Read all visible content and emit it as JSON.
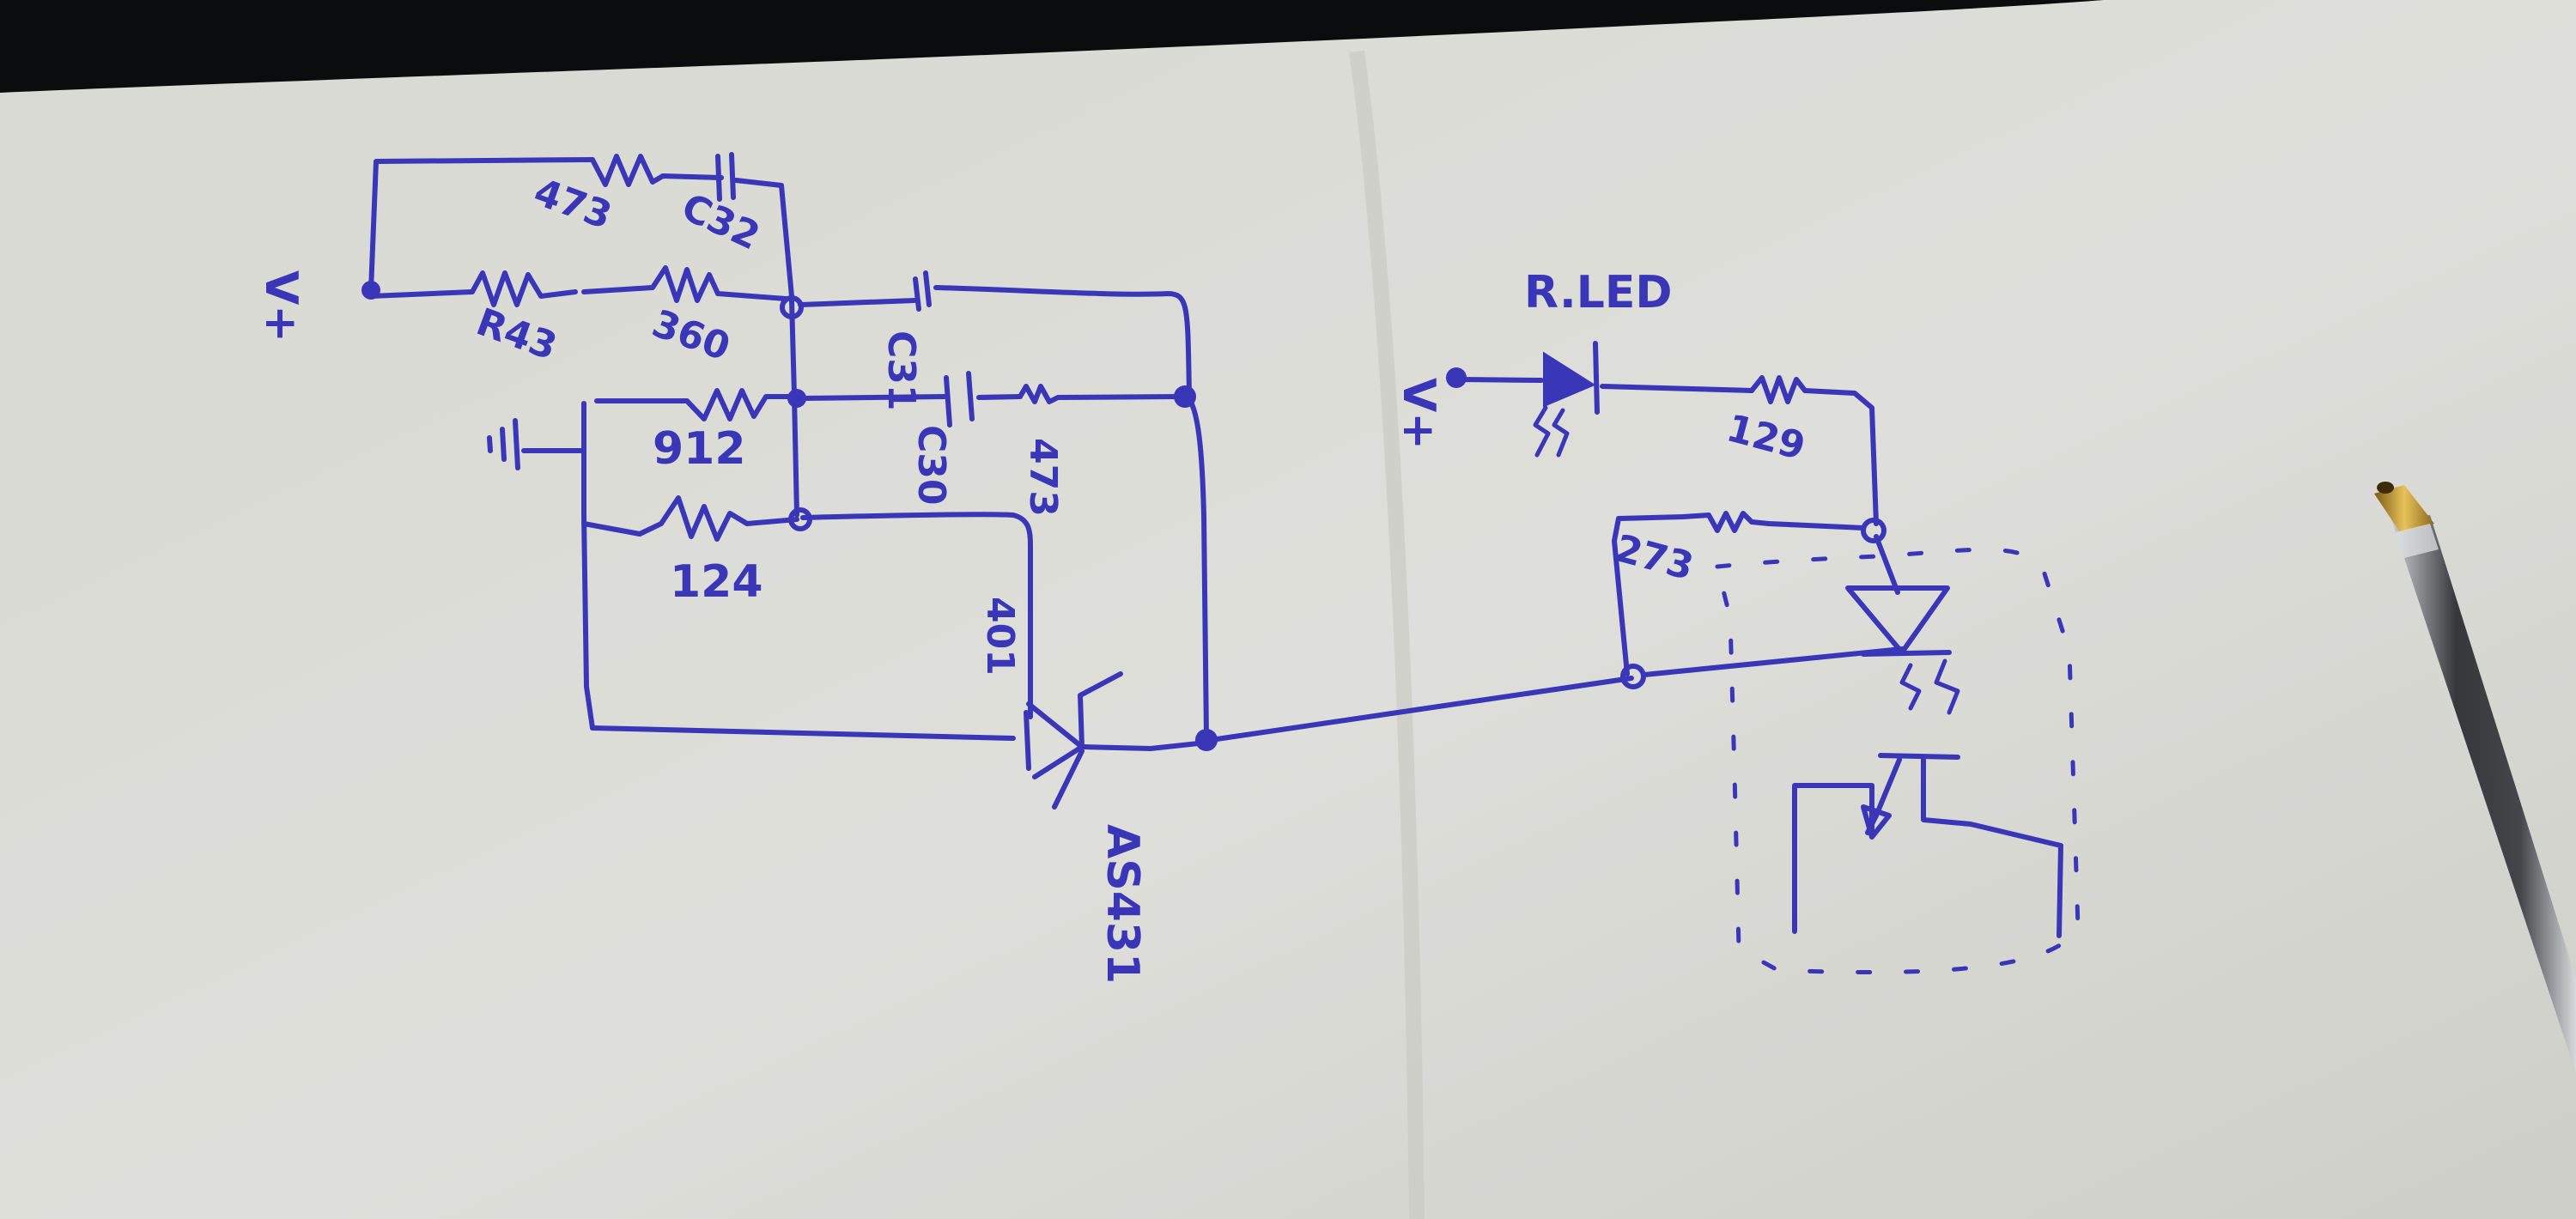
{
  "photo": {
    "subject": "Hand-drawn circuit schematic on paper with a ballpoint pen",
    "ink_color": "#3a36b8",
    "paper_color": "#dcdcd6",
    "background_color": "#0b0c0e"
  },
  "schematic": {
    "supply_label_left": "V+",
    "supply_label_right": "V+",
    "resistors": {
      "r_top": "473",
      "r_left_bottom": "R43",
      "r_mid": "360",
      "r_912": "912",
      "r_124": "124",
      "r_473_mid": "473",
      "r_led": "129",
      "r_opto": "273"
    },
    "capacitors": {
      "c32": "C32",
      "c31": "C31",
      "c30": "C30"
    },
    "reference": {
      "part": "AS431",
      "pin_note": "401"
    },
    "indicator": {
      "label": "R.LED"
    },
    "ground_symbol": "ground-icon"
  }
}
